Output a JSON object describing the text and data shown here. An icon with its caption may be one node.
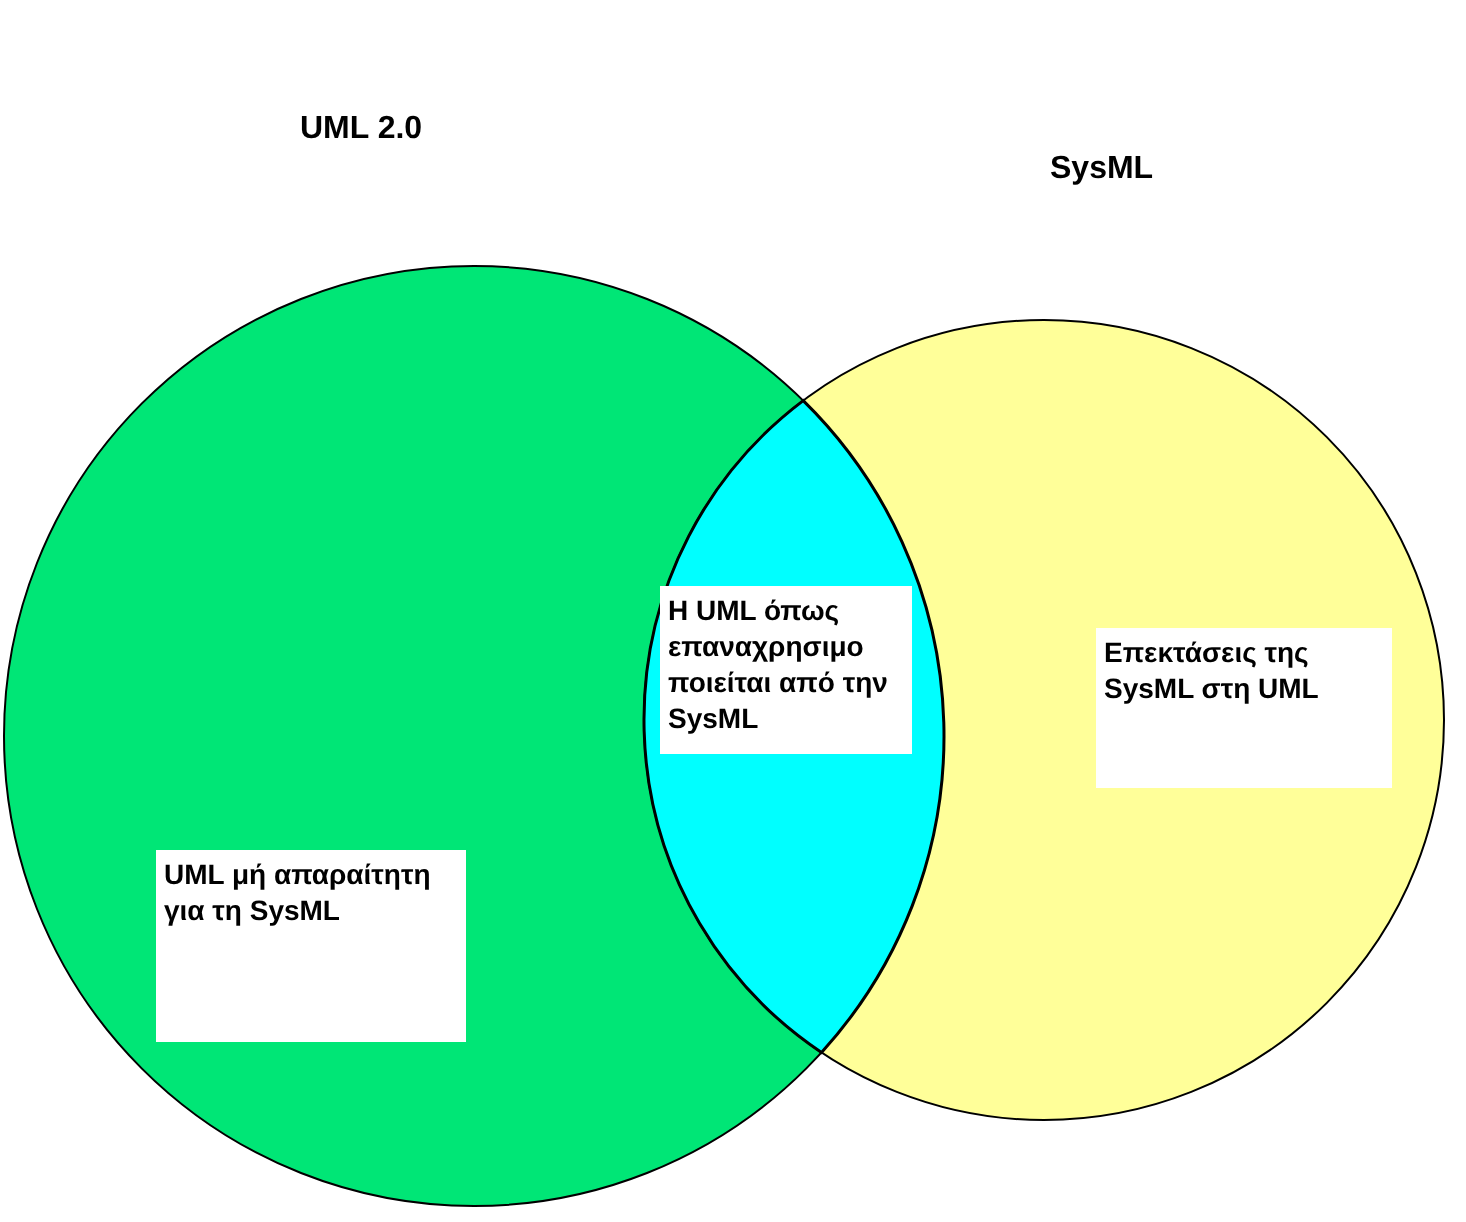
{
  "diagram": {
    "nodes": [
      {
        "text": [
          "UML 2.0"
        ]
      },
      {
        "text": [
          "SysML"
        ]
      },
      {
        "text": [
          "Η UML όπως επαναχρησιμο ποιείται από την SysML"
        ]
      },
      {
        "text": [
          "Επεκτάσεις της SysML στη UML"
        ],
        "in": 1
      },
      {
        "text": [
          "UML μή απαραίτητη για τη SysML"
        ],
        "in": 0
      }
    ],
    "edges": []
  }
}
